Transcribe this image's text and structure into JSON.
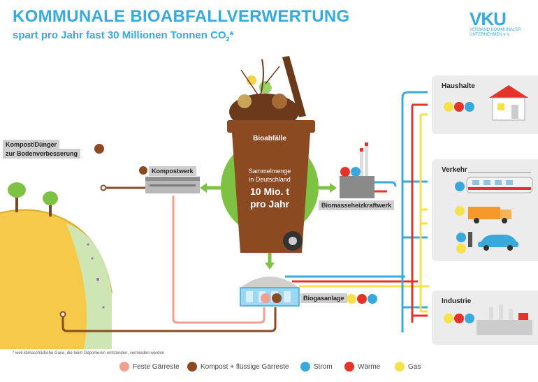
{
  "header": {
    "title": "KOMMUNALE BIOABFALLVERWERTUNG",
    "subtitle": "spart pro Jahr fast 30 Millionen Tonnen CO",
    "subtitle_sub": "2",
    "subtitle_suffix": "*"
  },
  "logo": {
    "mark": "VKU",
    "line1": "VERBAND KOMMUNALER",
    "line2": "UNTERNEHMEN e.V."
  },
  "bin": {
    "label": "Bioabfälle",
    "line1": "Sammelmenge",
    "line2": "in Deutschland",
    "amount": "10 Mio. t",
    "period": "pro Jahr"
  },
  "nodes": {
    "kompost_label": "Kompost/Dünger",
    "kompost_label2": "zur Bodenverbesserung",
    "kompostwerk": "Kompostwerk",
    "biomasse": "Biomasseheizkraftwerk",
    "biogas": "Biogasanlage"
  },
  "consumers": {
    "haushalte": "Haushalte",
    "verkehr": "Verkehr",
    "industrie": "Industrie"
  },
  "footnote": "* weil klimaschädliche Gase, die beim Deponieren entstünden, vermieden werden",
  "legend": [
    {
      "icon": "solid-digestate-icon",
      "label": "Feste Gärreste"
    },
    {
      "icon": "compost-icon",
      "label": "Kompost + flüssige Gärreste"
    },
    {
      "icon": "electricity-icon",
      "label": "Strom"
    },
    {
      "icon": "heat-icon",
      "label": "Wärme"
    },
    {
      "icon": "gas-icon",
      "label": "Gas"
    }
  ],
  "colors": {
    "blue": "#39a9dc",
    "red": "#e5332a",
    "yellow": "#f7e14b",
    "brown": "#8b4a22",
    "salmon": "#f0a08e",
    "green": "#7dc242"
  }
}
